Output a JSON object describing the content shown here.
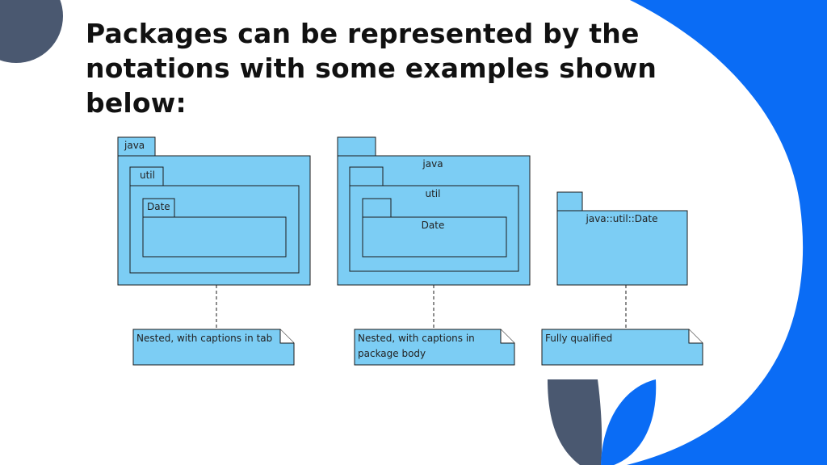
{
  "slide": {
    "title_lines": [
      "Packages can be represented by the",
      "notations with some examples shown",
      "below:"
    ],
    "colors": {
      "accent_blue": "#0a6cf5",
      "accent_slate": "#4a5870",
      "package_fill": "#7ccdf4",
      "outline": "#1b1b1b"
    }
  },
  "diagram": {
    "examples": [
      {
        "packages": {
          "outer": "java",
          "middle": "util",
          "inner": "Date"
        },
        "note": [
          "Nested, with captions in tab"
        ]
      },
      {
        "packages": {
          "outer": "java",
          "middle": "util",
          "inner": "Date"
        },
        "note": [
          "Nested, with captions in",
          "package body"
        ]
      },
      {
        "packages": {
          "qualified": "java::util::Date"
        },
        "note": [
          "Fully qualified"
        ]
      }
    ]
  }
}
